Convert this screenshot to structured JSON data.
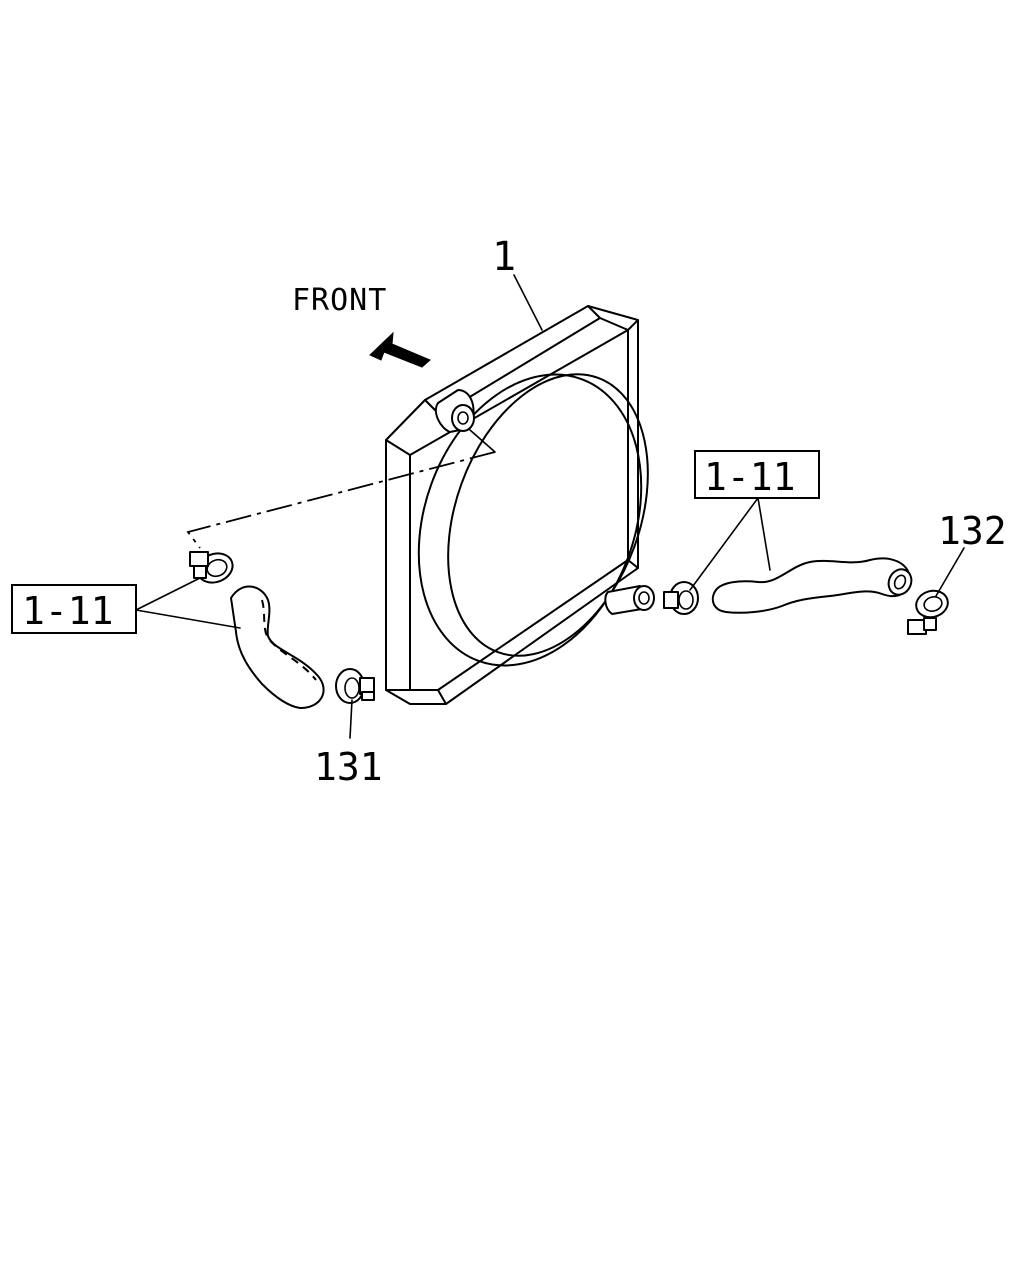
{
  "direction_label": "FRONT",
  "callouts": {
    "radiator": "1",
    "hose_left": "1-11",
    "hose_right": "1-11",
    "clamp_lower_left": "131",
    "clamp_right": "132"
  },
  "icons": {
    "front_arrow": "arrow-up-left-icon"
  },
  "colors": {
    "line": "#000000",
    "background": "#ffffff"
  }
}
